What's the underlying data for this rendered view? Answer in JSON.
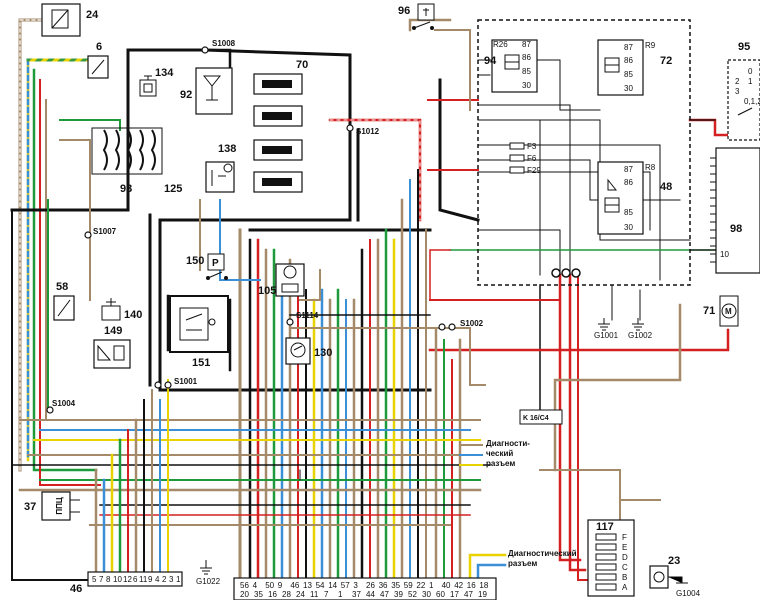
{
  "components": {
    "c24": "24",
    "c6": "6",
    "c134": "134",
    "c92": "92",
    "c70": "70",
    "c93": "93",
    "c125": "125",
    "c138": "138",
    "c94": "94",
    "c72": "72",
    "c95": "95",
    "c48": "48",
    "c98": "98",
    "c96": "96",
    "c58": "58",
    "c140": "140",
    "c149": "149",
    "c150": "150",
    "c105": "105",
    "c151": "151",
    "c130": "130",
    "c71": "71",
    "c37": "37",
    "c46": "46",
    "c117": "117",
    "c23": "23"
  },
  "splices": {
    "s1008": "S1008",
    "s1012": "S1012",
    "s1007": "S1007",
    "s1114": "S1114",
    "s1002": "S1002",
    "s1001": "S1001",
    "s1004": "S1004"
  },
  "grounds": {
    "g1001": "G1001",
    "g1002": "G1002",
    "g1022": "G1022",
    "g1004": "G1004"
  },
  "relays": {
    "r26": "R26",
    "r9": "R9",
    "r8": "R8",
    "pins94": [
      "87",
      "86",
      "85",
      "30"
    ],
    "pins72": [
      "87",
      "86",
      "85",
      "30"
    ],
    "pins48": [
      "87",
      "86",
      "85",
      "30"
    ]
  },
  "fuses": {
    "f3": "F3",
    "f6": "F6",
    "f29": "F29"
  },
  "switch95": {
    "pos": [
      "0",
      "1",
      "2",
      "3"
    ],
    "extra": "0,1,2"
  },
  "connector_k": "K 16/C4",
  "diag_label_1": [
    "Диагности-",
    "ческий",
    "разъем"
  ],
  "diag_label_2": [
    "Диагностический",
    "разъем"
  ],
  "c37_text": "ППЦ",
  "c150_text": "P",
  "c98_pin": "10",
  "connector46": {
    "pins": [
      "5",
      "7",
      "8",
      "10",
      "12",
      "6",
      "11",
      "9",
      "4",
      "2",
      "3",
      "1"
    ]
  },
  "connector_main": {
    "top": [
      "56",
      "4",
      "50",
      "9",
      "46",
      "13",
      "54",
      "14",
      "57",
      "3",
      "26",
      "36",
      "35",
      "59",
      "22",
      "1",
      "40",
      "42",
      "16",
      "18"
    ],
    "bottom": [
      "20",
      "35",
      "16",
      "28",
      "24",
      "11",
      "7",
      "1",
      "37",
      "44",
      "47",
      "39",
      "52",
      "30",
      "60",
      "17",
      "47",
      "19"
    ]
  },
  "connector117": {
    "pins": [
      "F",
      "E",
      "D",
      "C",
      "B",
      "A"
    ]
  },
  "colors": {
    "black": "#111111",
    "red": "#d42020",
    "brown": "#a58a6a",
    "yellow": "#e8d200",
    "green": "#1f9a3a",
    "blue": "#3a8fd6",
    "white": "#ffffff",
    "gray": "#9a9a9a"
  }
}
